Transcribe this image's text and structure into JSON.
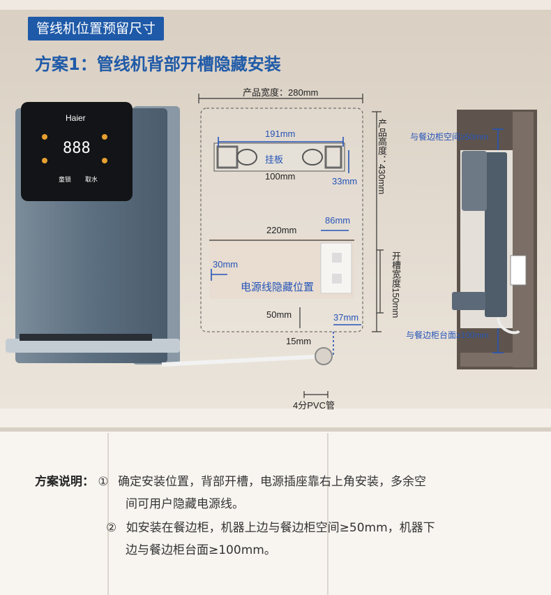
{
  "badge": "管线机位置预留尺寸",
  "heading": "方案1：管线机背部开槽隐藏安装",
  "brand": "Haier",
  "display_digits": "888",
  "panel_btn_left": "童锁",
  "panel_btn_right": "取水",
  "dims": {
    "width": "产品宽度：280mm",
    "height": "产品高度：430mm",
    "bracket_w": "191mm",
    "bracket": "挂板",
    "bracket_hole": "100mm",
    "bracket_h": "33mm",
    "slot_w": "220mm",
    "socket_w": "86mm",
    "slot_left": "30mm",
    "slot_name": "电源线隐藏位置",
    "slot_height": "开槽宽度150mm",
    "slot_bottom": "50mm",
    "slot_right": "37mm",
    "pipe_off": "15mm",
    "pipe": "4分PVC管"
  },
  "side": {
    "top": "与餐边柜空间≥50mm",
    "bottom": "与餐边柜台面≥100mm"
  },
  "notes": {
    "label": "方案说明：",
    "n1": "①",
    "l1a": "确定安装位置，背部开槽，电源插座靠右上角安装，多余空",
    "l1b": "间可用户隐藏电源线。",
    "n2": "②",
    "l2a": "如安装在餐边柜，机器上边与餐边柜空间≥50mm，机器下",
    "l2b": "边与餐边柜台面≥100mm。"
  },
  "colors": {
    "accent": "#1f5aa8",
    "dim_blue": "#2654b8",
    "machine": "#5c6f80"
  }
}
